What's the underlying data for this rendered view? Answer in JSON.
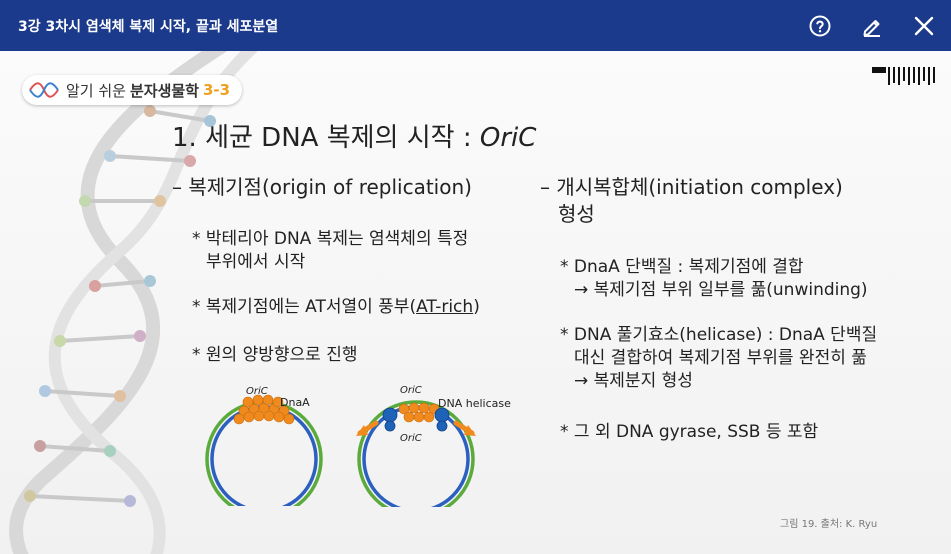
{
  "header": {
    "title": "3강 3차시 염색체 복제 시작, 끝과 세포분열"
  },
  "badge": {
    "prefix": "알기 쉬운",
    "strong": "분자생물학",
    "num": "3-3"
  },
  "slide": {
    "title_main": "1. 세균 DNA 복제의 시작 : ",
    "title_em": "OriC",
    "left": {
      "heading": "– 복제기점(origin of replication)",
      "b1_l1": "* 박테리아 DNA 복제는 염색체의 특정",
      "b1_l2": "부위에서 시작",
      "b2_pre": "* 복제기점에는 AT서열이 풍부(",
      "b2_u": "AT-rich",
      "b2_post": ")",
      "b3": "* 원의 양방향으로 진행"
    },
    "right": {
      "heading_l1": "– 개시복합체(initiation complex)",
      "heading_l2": "형성",
      "b1_l1": "* DnaA 단백질 : 복제기점에 결합",
      "b1_l2": "→ 복제기점 부위 일부를 풂(unwinding)",
      "b2_l1": "* DNA 풀기효소(helicase) : DnaA 단백질",
      "b2_l2": "대신 결합하여 복제기점 부위를 완전히 풂",
      "b2_l3": "→ 복제분지 형성",
      "b3": "* 그 외 DNA gyrase, SSB 등 포함"
    },
    "fig1": {
      "oric": "OriC",
      "protein": "DnaA"
    },
    "fig2": {
      "oric_top": "OriC",
      "protein": "DNA helicase",
      "oric_bottom": "OriC"
    },
    "credit": "그림 19. 출처: K. Ryu"
  },
  "colors": {
    "header_bg": "#1b3a8c",
    "badge_num": "#f0a020",
    "dna_orange": "#f08a1c",
    "helicase_blue": "#1e63b8",
    "strand_green": "#5aaa3c",
    "strand_blue": "#2b5fc0"
  }
}
